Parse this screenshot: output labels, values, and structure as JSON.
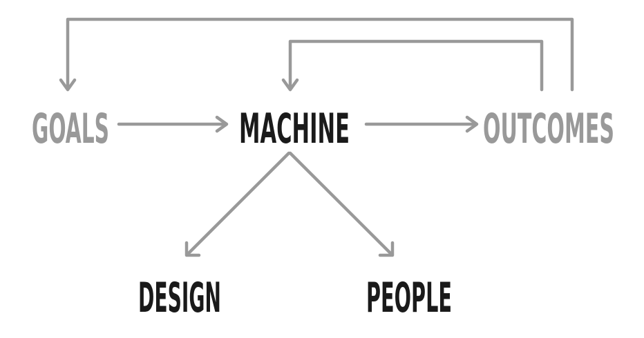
{
  "nodes": {
    "goals": {
      "label": "Goals",
      "color": "#999999"
    },
    "machine": {
      "label": "Machine",
      "color": "#1a1a1a"
    },
    "outcomes": {
      "label": "Outcomes",
      "color": "#999999"
    },
    "design": {
      "label": "Design",
      "color": "#1a1a1a"
    },
    "people": {
      "label": "People",
      "color": "#1a1a1a"
    }
  },
  "edge_color": "#999999",
  "edges": [
    {
      "from": "goals",
      "to": "machine"
    },
    {
      "from": "machine",
      "to": "outcomes"
    },
    {
      "from": "machine",
      "to": "design"
    },
    {
      "from": "machine",
      "to": "people"
    },
    {
      "from": "outcomes",
      "to": "goals"
    },
    {
      "from": "outcomes",
      "to": "machine"
    }
  ]
}
